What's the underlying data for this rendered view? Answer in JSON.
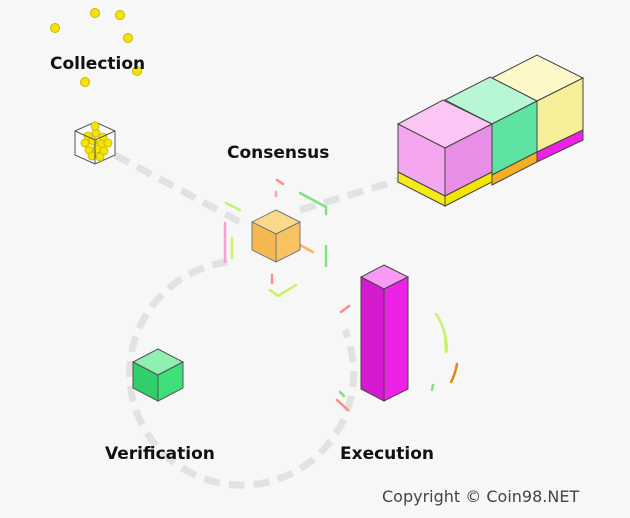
{
  "labels": {
    "collection": "Collection",
    "consensus": "Consensus",
    "verification": "Verification",
    "execution": "Execution"
  },
  "copyright": "Copyright © Coin98.NET",
  "colors": {
    "background": "#f7f7f7",
    "path": "#e2e2e2",
    "collection_dots": "#f5e400",
    "consensus_cube": "#f8c262",
    "verification_cube": "#3fe07a",
    "execution_bar": "#ee22e6",
    "block_pink": "#f4a6ef",
    "block_mint": "#7ff0b8",
    "block_cream": "#fbf4a8"
  }
}
